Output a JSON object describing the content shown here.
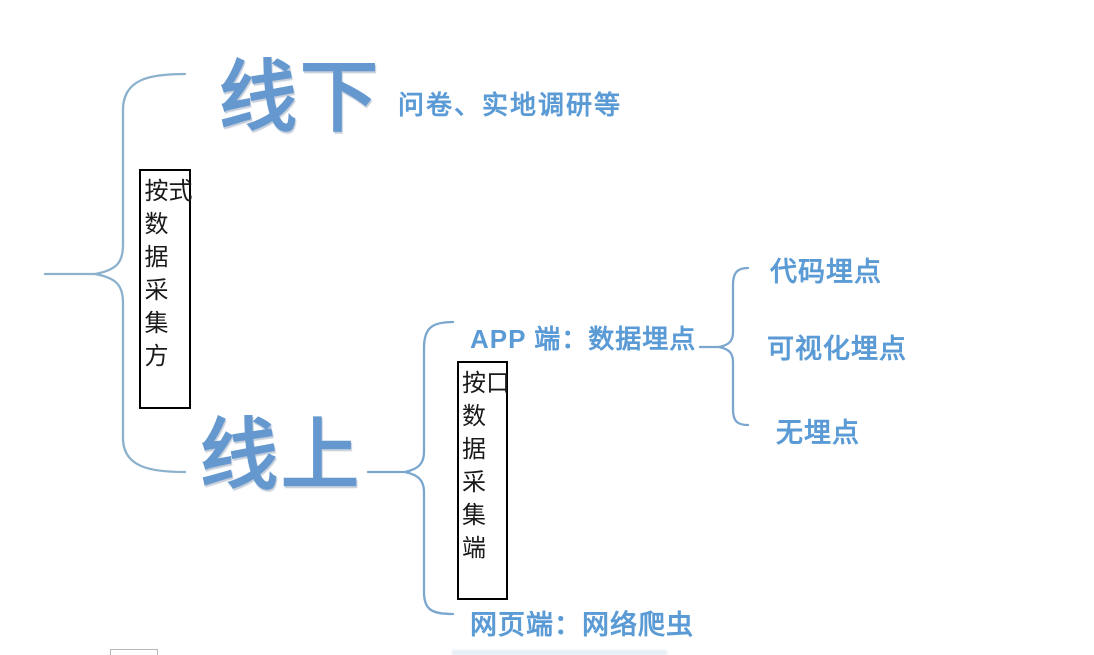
{
  "colors": {
    "brace": "#7BA6CF",
    "brace_soft": "#8BB1CC",
    "title_blue": "#6598CE",
    "label_blue": "#5B9BD5",
    "box_border": "#000000",
    "box_text": "#1a1a1a"
  },
  "tree": {
    "root_box_label": "按数据采集方式",
    "branches": [
      {
        "label": "线下",
        "note": "问卷、实地调研等"
      },
      {
        "label": "线上",
        "port_box_label": "按数据采集端口",
        "children": [
          {
            "label": "APP 端：数据埋点",
            "children": [
              {
                "label": "代码埋点"
              },
              {
                "label": "可视化埋点"
              },
              {
                "label": "无埋点"
              }
            ]
          },
          {
            "label": "网页端：网络爬虫"
          }
        ]
      }
    ]
  }
}
